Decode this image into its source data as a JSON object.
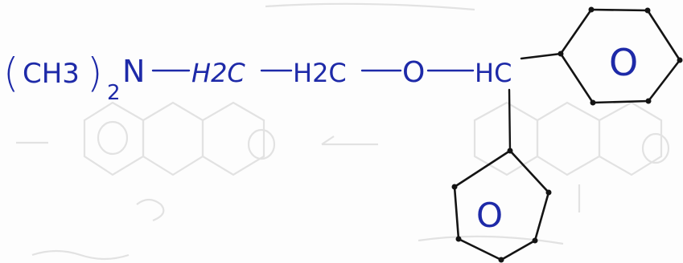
{
  "formula": {
    "group_open": "(",
    "methyl": "CH3",
    "group_close": ")",
    "subscript": "2",
    "nitrogen": "N",
    "ch2_a": "H2C",
    "ch2_b": "H2C",
    "oxygen": "O",
    "methine": "HC"
  },
  "rings": {
    "upper_ring_label": "O",
    "lower_ring_label": "O"
  },
  "colors": {
    "ink": "#1e2aa8",
    "ring_stroke": "#141414",
    "bleed_through": "#e2e2e2",
    "paper": "#fdfdfd"
  }
}
